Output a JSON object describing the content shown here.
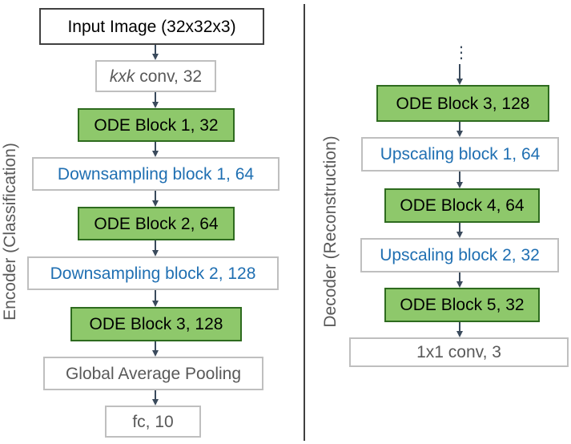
{
  "encoder": {
    "label": "Encoder (Classification)",
    "input": "Input Image (32x32x3)",
    "conv_k": "kxk",
    "conv_rest": " conv, 32",
    "ode1": "ODE Block 1, 32",
    "down1": "Downsampling block 1, 64",
    "ode2": "ODE Block 2, 64",
    "down2": "Downsampling block 2, 128",
    "ode3": "ODE Block 3, 128",
    "pool": "Global Average Pooling",
    "fc": "fc, 10"
  },
  "decoder": {
    "label": "Decoder (Reconstruction)",
    "ellipsis": "⋮",
    "ode3": "ODE Block 3, 128",
    "up1": "Upscaling block 1, 64",
    "ode4": "ODE Block 4, 64",
    "up2": "Upscaling block 2, 32",
    "ode5": "ODE Block 5, 32",
    "conv": "1x1 conv, 3"
  },
  "colors": {
    "ode_fill": "#8ec86b",
    "ode_border": "#2e6b1f",
    "downsample_text": "#1f6fb2",
    "arrow": "#3a4a5c",
    "divider": "#404040"
  }
}
